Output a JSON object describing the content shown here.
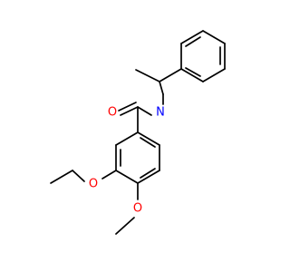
{
  "molecule": {
    "atoms": {
      "carbonyl_oxygen": {
        "label": "O",
        "color": "#ff0000"
      },
      "amide_nitrogen": {
        "label": "N",
        "color": "#0000ff"
      },
      "ethoxy_oxygen": {
        "label": "O",
        "color": "#ff0000"
      },
      "methoxy_oxygen": {
        "label": "O",
        "color": "#ff0000"
      }
    },
    "bond_color": "#000000"
  }
}
